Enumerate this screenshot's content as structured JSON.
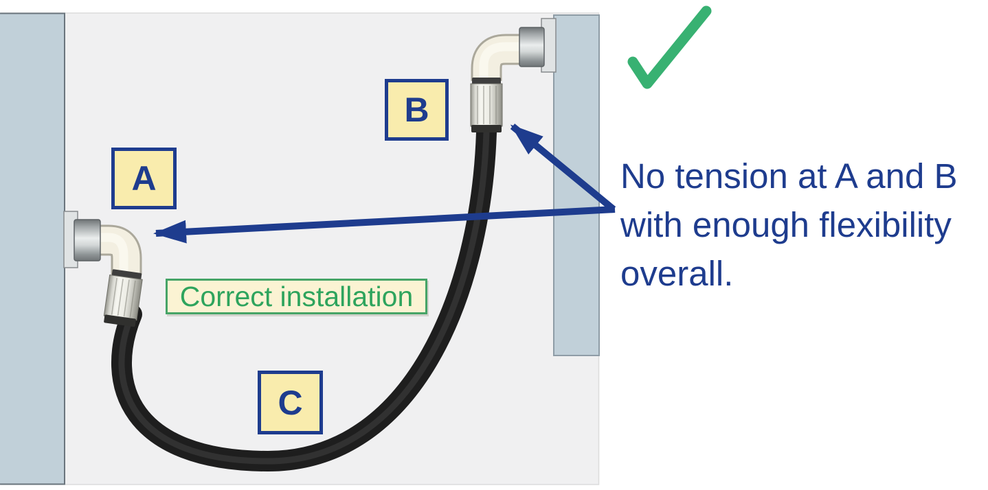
{
  "diagram": {
    "point_labels": [
      {
        "id": "A",
        "text": "A"
      },
      {
        "id": "B",
        "text": "B"
      },
      {
        "id": "C",
        "text": "C"
      }
    ],
    "caption": "Correct installation"
  },
  "annotation": {
    "result_icon": "green-checkmark",
    "lines": [
      "No tension at A and B",
      "with enough flexibility",
      "overall."
    ]
  },
  "colors": {
    "navy": "#1E3C8E",
    "label_fill": "#F9ECAD",
    "caption_fill": "#FBF3D3",
    "caption_green": "#2EA45D",
    "check_green": "#38B172",
    "wall_blue_gray": "#C1D0D9",
    "diagram_bg": "#F0F0F1",
    "hose_black": "#1E1E1E"
  }
}
